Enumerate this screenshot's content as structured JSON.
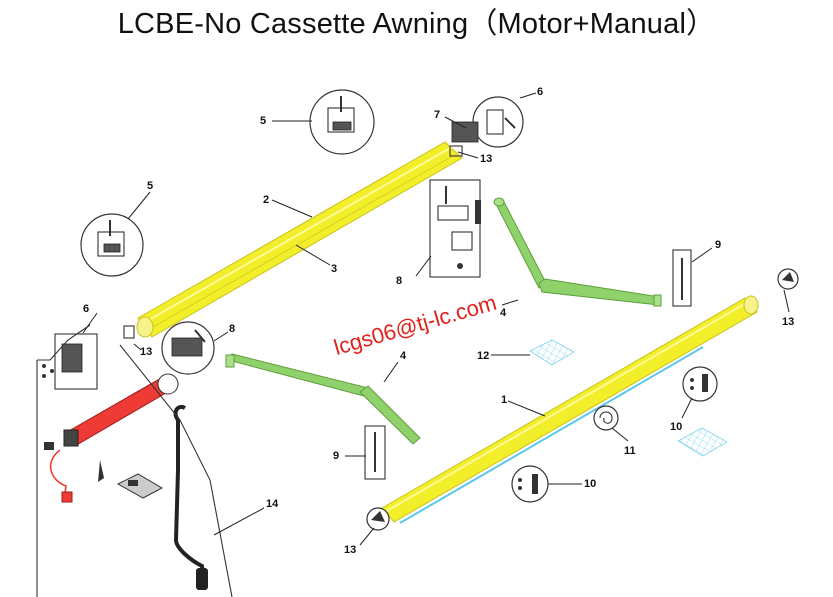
{
  "title": "LCBE-No Cassette Awning（Motor+Manual）",
  "watermark": "lcgs06@tj-lc.com",
  "colors": {
    "roller_tube": "#f2ee2a",
    "front_profile": "#f2ee2a",
    "arm": "#8fd16a",
    "motor": "#ee3b36",
    "fabric_edge": "#5cc8e8",
    "fabric_mesh": "#7fd3f2",
    "crank": "#222222"
  },
  "labels": {
    "l1": "1",
    "l2": "2",
    "l3": "3",
    "l4a": "4",
    "l4b": "4",
    "l5a": "5",
    "l5b": "5",
    "l6a": "6",
    "l6b": "6",
    "l7": "7",
    "l8a": "8",
    "l8b": "8",
    "l9a": "9",
    "l9b": "9",
    "l10a": "10",
    "l10b": "10",
    "l11": "11",
    "l12": "12",
    "l13a": "13",
    "l13b": "13",
    "l13c": "13",
    "l13d": "13",
    "l14": "14"
  }
}
